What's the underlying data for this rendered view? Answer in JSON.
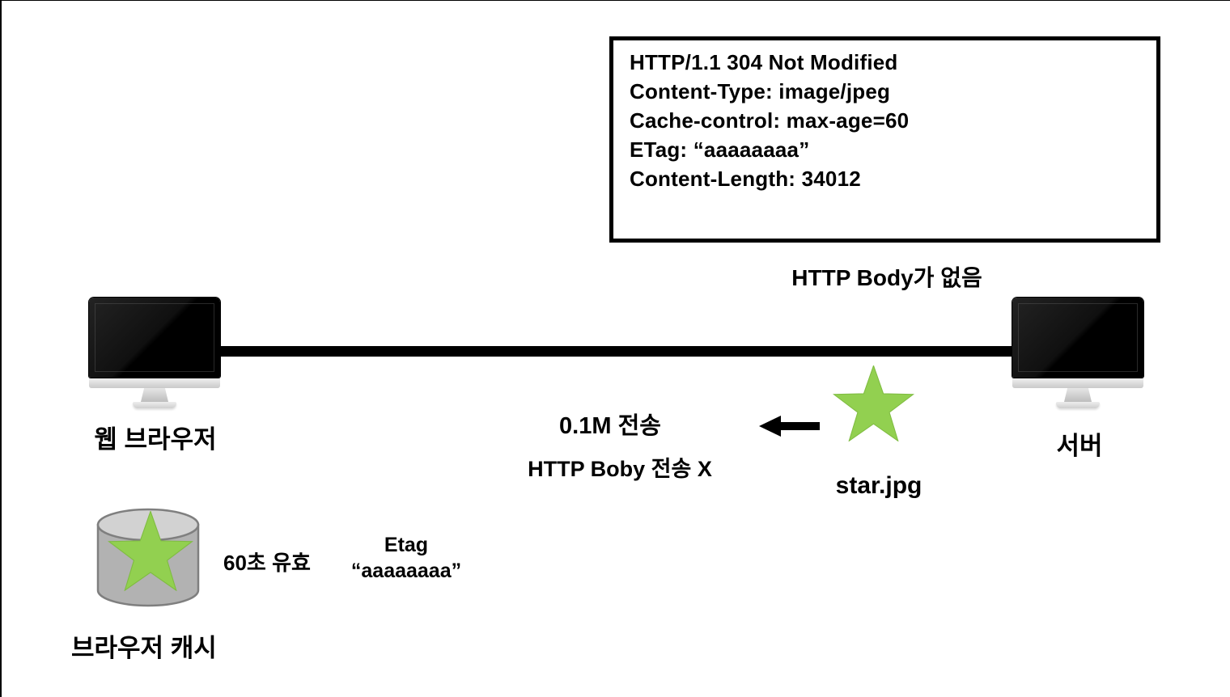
{
  "page": {
    "background": "#ffffff",
    "accent_green": "#92d050",
    "line_color": "#000000",
    "cylinder_body_color": "#b2b2b2",
    "cylinder_top_color": "#d2d2d2",
    "cylinder_stroke_color": "#7f7f7f"
  },
  "response_box": {
    "lines": [
      "HTTP/1.1 304 Not Modified",
      "Content-Type: image/jpeg",
      "Cache-control: max-age=60",
      "ETag: “aaaaaaaa”",
      "Content-Length: 34012"
    ]
  },
  "annotations": {
    "no_body": "HTTP Body가 없음",
    "transfer_size": "0.1M 전송",
    "transfer_none": "HTTP Boby 전송 X",
    "cache_valid": "60초 유효",
    "etag_label": "Etag",
    "etag_value": "“aaaaaaaa”"
  },
  "nodes": {
    "browser": {
      "label": "웹 브라우저"
    },
    "server": {
      "label": "서버"
    },
    "cache": {
      "label": "브라우저 캐시"
    },
    "file": {
      "label": "star.jpg"
    }
  }
}
